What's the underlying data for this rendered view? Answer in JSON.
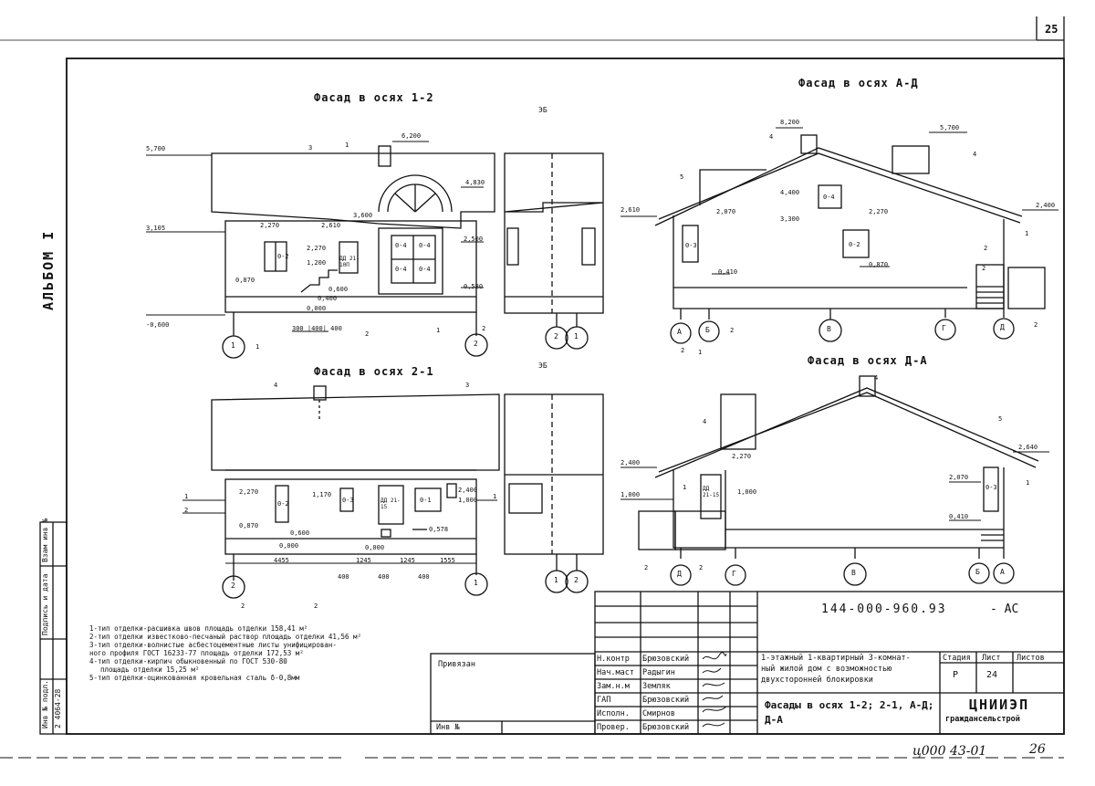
{
  "sheet_number": "25",
  "album_label": "АЛЬБОМ I",
  "left_stamp": {
    "col1_header": "Инв № подл.",
    "col2_header": "Подпись и дата",
    "col3_header": "Взам инв №",
    "inv_number": "2 4064-28"
  },
  "drawings": {
    "facade_1_2": {
      "title": "Фасад в осях 1-2",
      "label_eb": "ЭБ",
      "dims": [
        "5,700",
        "6,200",
        "4,830",
        "3,600",
        "3,105",
        "2,270",
        "2,610",
        "2,500",
        "2,270",
        "1,200",
        "0,870",
        "0,600",
        "0,400",
        "0,000",
        "0,580",
        "-0,600"
      ],
      "window_labels": [
        "0-2",
        "0-4",
        "0-4",
        "0-4",
        "0-4"
      ],
      "door_label": "ДД 21-10П",
      "bottom_dims": "300 |400| 400",
      "axes": [
        "1",
        "2",
        "2",
        "1"
      ],
      "callouts": [
        "3",
        "1",
        "1",
        "2",
        "1",
        "2"
      ]
    },
    "facade_a_d": {
      "title": "Фасад в осях А-Д",
      "dims": [
        "8,200",
        "5,700",
        "4,400",
        "3,300",
        "2,610",
        "2,070",
        "2,270",
        "2,400",
        "0,410",
        "0,870"
      ],
      "window_labels": [
        "0-4",
        "0-3",
        "0-2"
      ],
      "axes": [
        "А",
        "Б",
        "В",
        "Г",
        "Д"
      ],
      "callouts": [
        "4",
        "4",
        "5",
        "1",
        "2",
        "2",
        "1",
        "2",
        "2",
        "2"
      ]
    },
    "facade_2_1": {
      "title": "Фасад в осях 2-1",
      "label_eb": "ЭБ",
      "dims": [
        "2,270",
        "1,170",
        "2,400",
        "1,000",
        "0,870",
        "0,600",
        "0,000",
        "0,000",
        "0,578"
      ],
      "window_labels": [
        "0-2",
        "0-3",
        "ДД 21-15",
        "0-1"
      ],
      "bottom_dims": [
        "4455",
        "1245",
        "1245",
        "1555",
        "400",
        "400",
        "400"
      ],
      "axes": [
        "2",
        "1",
        "1",
        "2"
      ],
      "callouts": [
        "4",
        "3",
        "1",
        "2",
        "1",
        "2",
        "2"
      ]
    },
    "facade_d_a": {
      "title": "Фасад в осях Д-А",
      "dims": [
        "2,400",
        "1,000",
        "2,270",
        "1,000",
        "2,640",
        "2,070",
        "0,410"
      ],
      "window_labels": [
        "ДД 21-15",
        "0-3"
      ],
      "axes": [
        "Д",
        "Г",
        "В",
        "Б",
        "А"
      ],
      "callouts": [
        "4",
        "4",
        "5",
        "2",
        "2",
        "1",
        "1"
      ]
    }
  },
  "notes": [
    "1-тип отделки-расшивка швов площадь отделки 158,41 м²",
    "2-тип отделки известково-песчаный раствор площадь отделки 41,56 м²",
    "3-тип отделки-волнистые асбестоцементные листы унифицирован-",
    "ного профиля ГОСТ 16233-77 площадь отделки 172,53 м²",
    "4-тип отделки-кирпич обыкновенный по ГОСТ 530-80",
    "площадь отделки 15,25 м²",
    "5-тип отделки-оцинкованная кровельная сталь δ-0,8мм"
  ],
  "title_block": {
    "privyazan": "Привязан",
    "inv_no": "Инв №",
    "doc_code": "144-000-960.93",
    "doc_suffix": "- АС",
    "roles": [
      {
        "role": "Н.контр",
        "name": "Брюзовский"
      },
      {
        "role": "Нач.маст",
        "name": "Радыгин"
      },
      {
        "role": "Зам.н.м",
        "name": "Земляк"
      },
      {
        "role": "ГАП",
        "name": "Брюзовский"
      },
      {
        "role": "Исполн.",
        "name": "Смирнов"
      },
      {
        "role": "Провер.",
        "name": "Брюзовский"
      }
    ],
    "project_name_1": "1-этажный 1-квартирный 3-комнат-",
    "project_name_2": "ный жилой дом с возможностью",
    "project_name_3": "двухсторонней блокировки",
    "stage_header": "Стадия",
    "sheet_header": "Лист",
    "sheets_header": "Листов",
    "stage": "Р",
    "sheet": "24",
    "sheets": "",
    "drawing_title_1": "Фасады в осях 1-2; 2-1, А-Д;",
    "drawing_title_2": "Д-А",
    "org_name": "ЦНИИЭП",
    "org_sub": "граждансельстрой"
  },
  "handwritten_code": "ц000 43-01",
  "handwritten_page": "26"
}
